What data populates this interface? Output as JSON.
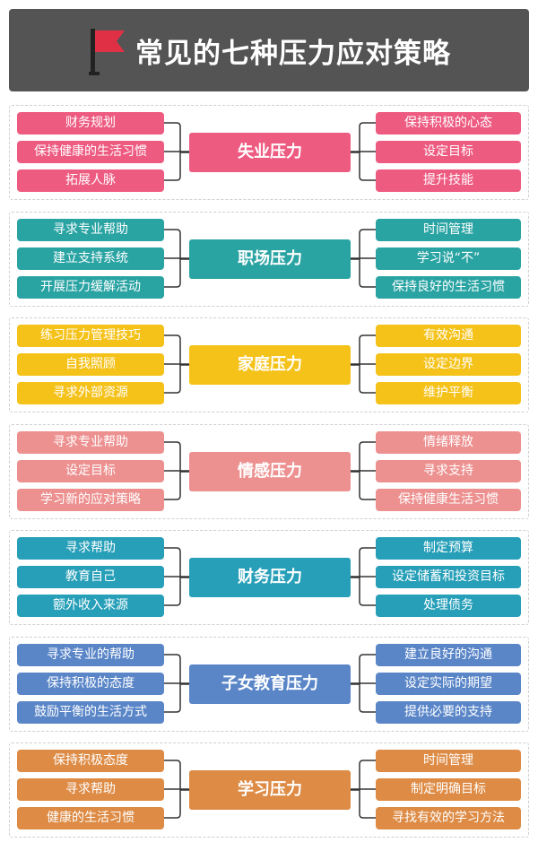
{
  "title": "常见的七种压力应对策略",
  "colors": {
    "header_bg": "#545454",
    "flag": "#e03046",
    "connector": "#333333"
  },
  "sections": [
    {
      "name": "失业压力",
      "color": "#ee5b81",
      "left": [
        "财务规划",
        "保持健康的生活习惯",
        "拓展人脉"
      ],
      "right": [
        "保持积极的心态",
        "设定目标",
        "提升技能"
      ]
    },
    {
      "name": "职场压力",
      "color": "#2aa3a3",
      "left": [
        "寻求专业帮助",
        "建立支持系统",
        "开展压力缓解活动"
      ],
      "right": [
        "时间管理",
        "学习说“不”",
        "保持良好的生活习惯"
      ]
    },
    {
      "name": "家庭压力",
      "color": "#f5c21a",
      "left": [
        "练习压力管理技巧",
        "自我照顾",
        "寻求外部资源"
      ],
      "right": [
        "有效沟通",
        "设定边界",
        "维护平衡"
      ]
    },
    {
      "name": "情感压力",
      "color": "#ed9090",
      "left": [
        "寻求专业帮助",
        "设定目标",
        "学习新的应对策略"
      ],
      "right": [
        "情绪释放",
        "寻求支持",
        "保持健康生活习惯"
      ]
    },
    {
      "name": "财务压力",
      "color": "#279fb8",
      "left": [
        "寻求帮助",
        "教育自己",
        "额外收入来源"
      ],
      "right": [
        "制定预算",
        "设定储蓄和投资目标",
        "处理债务"
      ]
    },
    {
      "name": "子女教育压力",
      "color": "#5a86c8",
      "left": [
        "寻求专业的帮助",
        "保持积极的态度",
        "鼓励平衡的生活方式"
      ],
      "right": [
        "建立良好的沟通",
        "设定实际的期望",
        "提供必要的支持"
      ]
    },
    {
      "name": "学习压力",
      "color": "#dd8b45",
      "left": [
        "保持积极态度",
        "寻求帮助",
        "健康的生活习惯"
      ],
      "right": [
        "时间管理",
        "制定明确目标",
        "寻找有效的学习方法"
      ]
    }
  ]
}
